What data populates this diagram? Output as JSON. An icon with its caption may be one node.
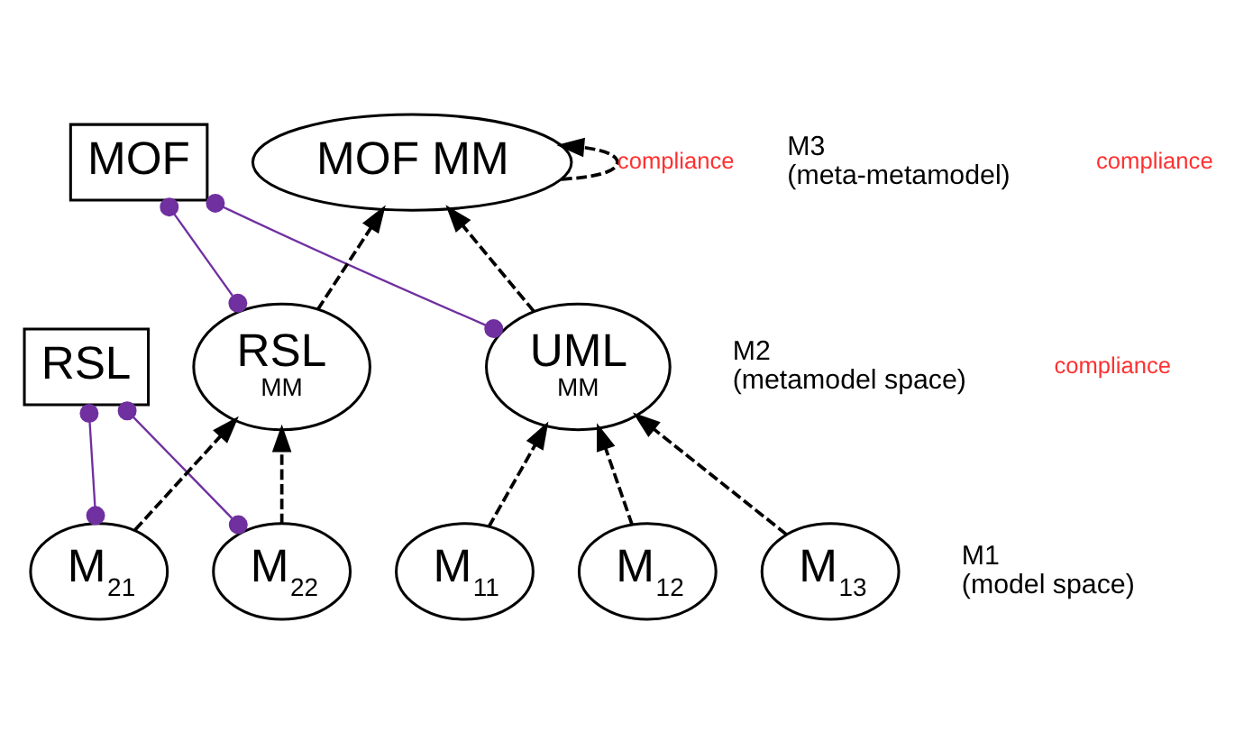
{
  "diagram": {
    "nodes": [
      {
        "text": [
          "MOF MM"
        ]
      },
      {
        "text": [
          "MOF"
        ]
      },
      {
        "text": [
          "UML",
          "MM"
        ]
      },
      {
        "text": [
          "RSL",
          "MM"
        ]
      },
      {
        "text": [
          "RSL"
        ]
      },
      {
        "text": [
          "M$_{11}$"
        ]
      },
      {
        "text": [
          "M$_{12}$"
        ]
      },
      {
        "text": [
          "M$_{13}$"
        ]
      },
      {
        "text": [
          "M$_{21}$"
        ]
      },
      {
        "text": [
          "M$_{22}$"
        ]
      }
    ],
    "edges": [
      {
        "from": 0,
        "to": 0,
        "arrow": "to",
        "style": "dashed",
        "label": "compliance"
      },
      {
        "from": 2,
        "to": 0,
        "arrow": "to",
        "style": "dashed"
      },
      {
        "from": 3,
        "to": 0,
        "arrow": "to",
        "style": "dashed"
      },
      {
        "from": 5,
        "to": 2,
        "arrow": "to",
        "style": "dashed"
      },
      {
        "from": 6,
        "to": 2,
        "arrow": "to",
        "style": "dashed"
      },
      {
        "from": 7,
        "to": 2,
        "arrow": "to",
        "style": "dashed"
      },
      {
        "from": 8,
        "to": 3,
        "arrow": "to",
        "style": "dashed"
      },
      {
        "from": 9,
        "to": 3,
        "arrow": "to",
        "style": "dashed"
      },
      {
        "from": 1,
        "to": 2,
        "arrow": "other",
        "color": "#7030a0"
      },
      {
        "from": 1,
        "to": 3,
        "arrow": "other",
        "color": "#7030a0"
      },
      {
        "from": 4,
        "to": 8,
        "arrow": "other",
        "color": "#7030a0"
      },
      {
        "from": 4,
        "to": 9,
        "arrow": "other",
        "color": "#7030a0"
      }
    ],
    "labels": [
      "M3 (meta-metamodel)",
      "compliance",
      "M2 (metamodel space)",
      "compliance",
      "M1 (model space)"
    ]
  }
}
